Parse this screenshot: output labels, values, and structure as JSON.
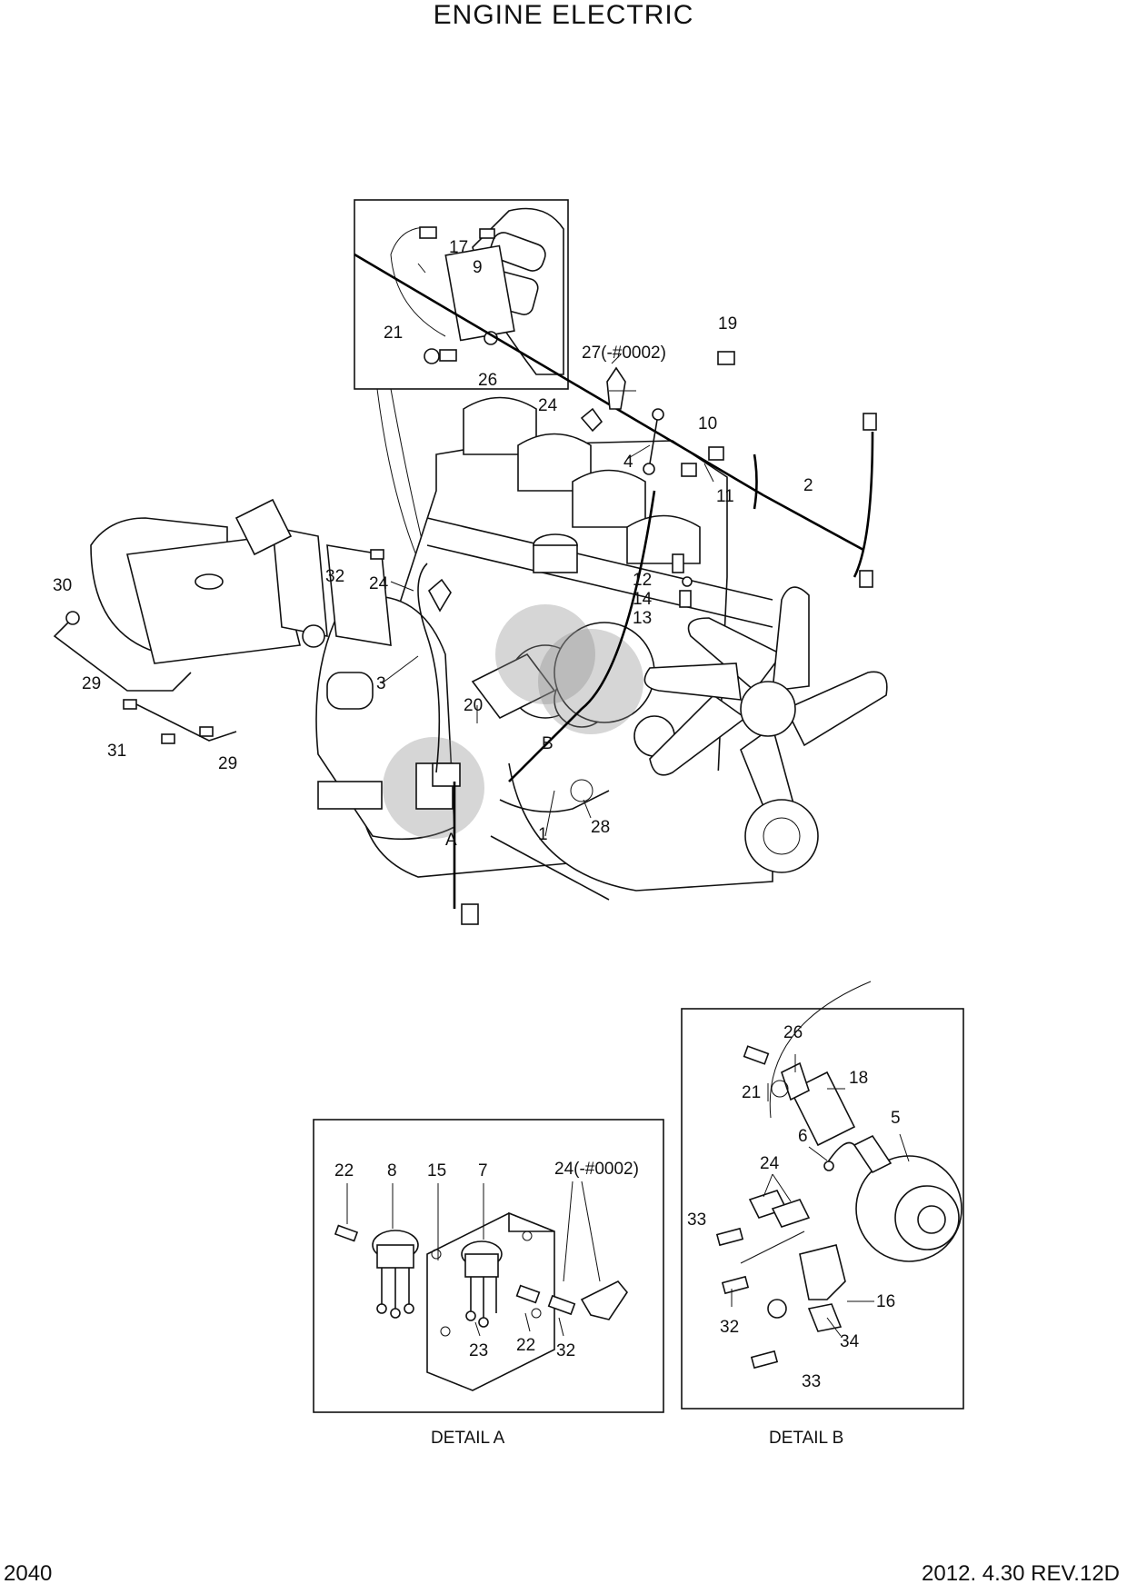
{
  "title": "ENGINE ELECTRIC",
  "footer": {
    "page_number": "2040",
    "revision": "2012. 4.30  REV.12D"
  },
  "captions": {
    "detail_a": "DETAIL A",
    "detail_b": "DETAIL B"
  },
  "markers": {
    "a": "A",
    "b": "B"
  },
  "callouts": {
    "c17": "17",
    "c9": "9",
    "c21_top": "21",
    "c26_top": "26",
    "c27": "27(-#0002)",
    "c19": "19",
    "c24_top": "24",
    "c10": "10",
    "c4": "4",
    "c11": "11",
    "c2": "2",
    "c32_main": "32",
    "c24_main": "24",
    "c30": "30",
    "c12": "12",
    "c14": "14",
    "c13": "13",
    "c3": "3",
    "c29_a": "29",
    "c20": "20",
    "c31": "31",
    "c29_b": "29",
    "c28": "28",
    "c1": "1",
    "a22_left": "22",
    "a8": "8",
    "a15": "15",
    "a7": "7",
    "a24": "24(-#0002)",
    "a23": "23",
    "a22_right": "22",
    "a32": "32",
    "b26": "26",
    "b18": "18",
    "b21": "21",
    "b5": "5",
    "b6": "6",
    "b24": "24",
    "b33_top": "33",
    "b32": "32",
    "b16": "16",
    "b34": "34",
    "b33_bottom": "33"
  }
}
